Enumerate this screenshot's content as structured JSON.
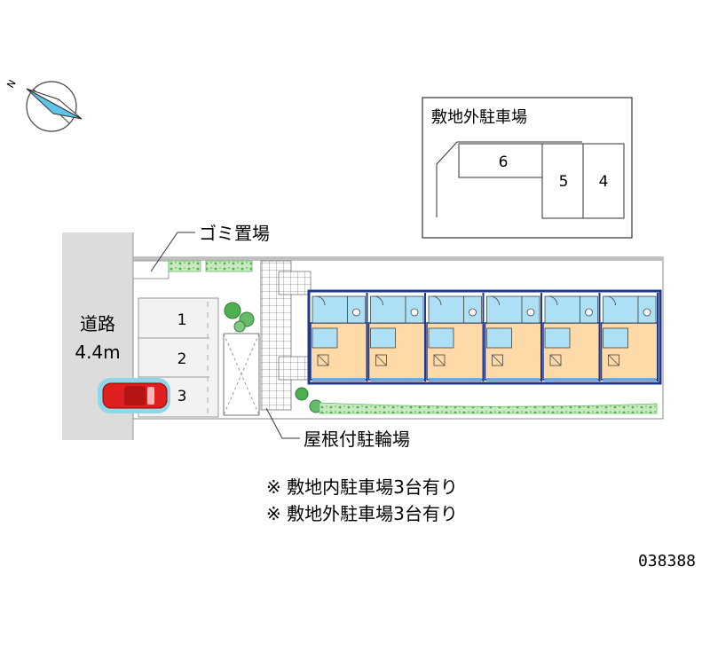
{
  "compass": {
    "north_label": "N"
  },
  "road": {
    "name": "道路",
    "width": "4.4m"
  },
  "on_site_parking": {
    "spaces": [
      "1",
      "2",
      "3"
    ]
  },
  "off_site_parking": {
    "title": "敷地外駐車場",
    "spaces": [
      "6",
      "5",
      "4"
    ]
  },
  "labels": {
    "garbage": "ゴミ置場",
    "bicycle_parking": "屋根付駐輪場"
  },
  "notes": [
    "※ 敷地内駐車場3台有り",
    "※ 敷地外駐車場3台有り"
  ],
  "property_code": "038388",
  "colors": {
    "building_wall": "#1f3a8a",
    "unit_floor": "#ffd9a8",
    "wet_area": "#aee0f5",
    "green": "#4caf50",
    "car": "#e02020",
    "car_highlight": "#8fd6e8",
    "road": "#dcdcdc"
  }
}
